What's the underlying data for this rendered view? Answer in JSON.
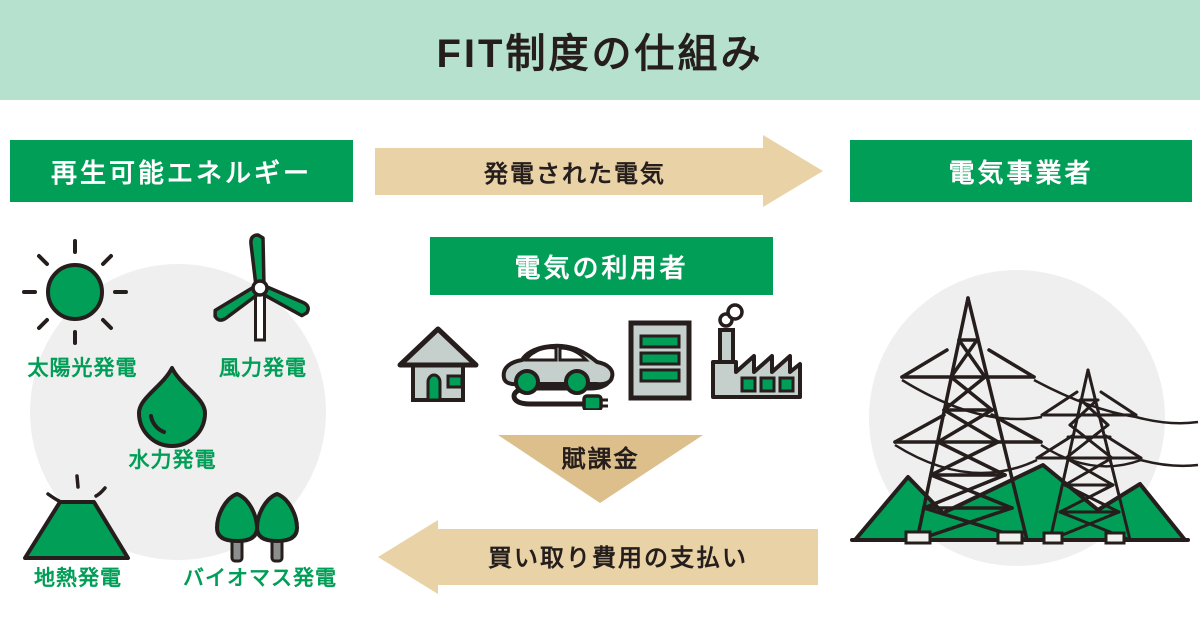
{
  "title": "FIT制度の仕組み",
  "boxes": {
    "renewable": "再生可能エネルギー",
    "users": "電気の利用者",
    "utility": "電気事業者"
  },
  "arrows": {
    "generated_electricity": "発電された電気",
    "levy": "賦課金",
    "purchase_payment": "買い取り費用の支払い"
  },
  "energy_sources": [
    {
      "id": "solar",
      "icon": "sun-icon",
      "label": "太陽光発電"
    },
    {
      "id": "wind",
      "icon": "wind-turbine-icon",
      "label": "風力発電"
    },
    {
      "id": "hydro",
      "icon": "water-drop-icon",
      "label": "水力発電"
    },
    {
      "id": "geothermal",
      "icon": "volcano-icon",
      "label": "地熱発電"
    },
    {
      "id": "biomass",
      "icon": "trees-icon",
      "label": "バイオマス発電"
    }
  ],
  "consumer_icons": [
    "house-icon",
    "electric-car-icon",
    "building-icon",
    "factory-icon"
  ],
  "utility_icon": "transmission-towers-icon",
  "colors": {
    "header_bg": "#b6e1ce",
    "green": "#009e57",
    "tan_arrow": "#e9d3a6",
    "tan_triangle": "#ddbf8b",
    "dark": "#251e1c",
    "icon_gray": "#c5cfcc",
    "circle_gray": "#efefef",
    "trunk_gray": "#8b908e",
    "text_on_green": "#ffffff"
  }
}
